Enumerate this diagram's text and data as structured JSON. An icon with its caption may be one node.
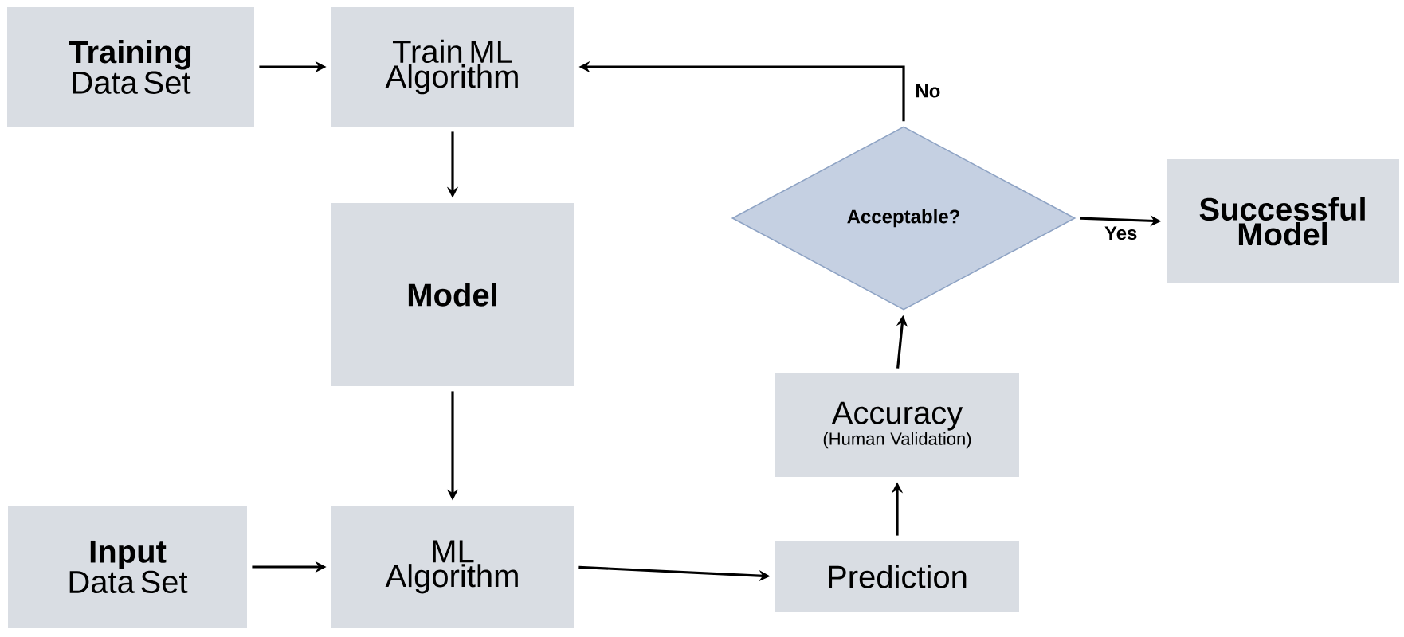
{
  "diagram": {
    "nodes": [
      {
        "text": [
          "Training",
          "Data Set"
        ]
      },
      {
        "text": [
          "Train ML Algorithm"
        ]
      },
      {
        "text": [
          "Model"
        ]
      },
      {
        "text": [
          "Input",
          "Data Set"
        ]
      },
      {
        "text": [
          "ML Algorithm"
        ]
      },
      {
        "text": [
          "Prediction"
        ]
      },
      {
        "text": [
          "Accuracy",
          "(Human Validation)"
        ]
      },
      {
        "text": [
          "Acceptable?"
        ]
      },
      {
        "text": [
          "Successful Model"
        ]
      }
    ],
    "edges": [
      {
        "from": 0,
        "to": 1,
        "arrow": "to"
      },
      {
        "from": 1,
        "to": 2,
        "arrow": "to"
      },
      {
        "from": 2,
        "to": 4,
        "arrow": "to"
      },
      {
        "from": 3,
        "to": 4,
        "arrow": "to"
      },
      {
        "from": 4,
        "to": 5,
        "arrow": "to"
      },
      {
        "from": 5,
        "to": 6,
        "arrow": "to"
      },
      {
        "from": 6,
        "to": 7,
        "arrow": "to"
      },
      {
        "from": 7,
        "to": 8,
        "arrow": "to",
        "label": "Yes"
      },
      {
        "from": 7,
        "to": 1,
        "arrow": "to",
        "label": "No"
      }
    ]
  }
}
